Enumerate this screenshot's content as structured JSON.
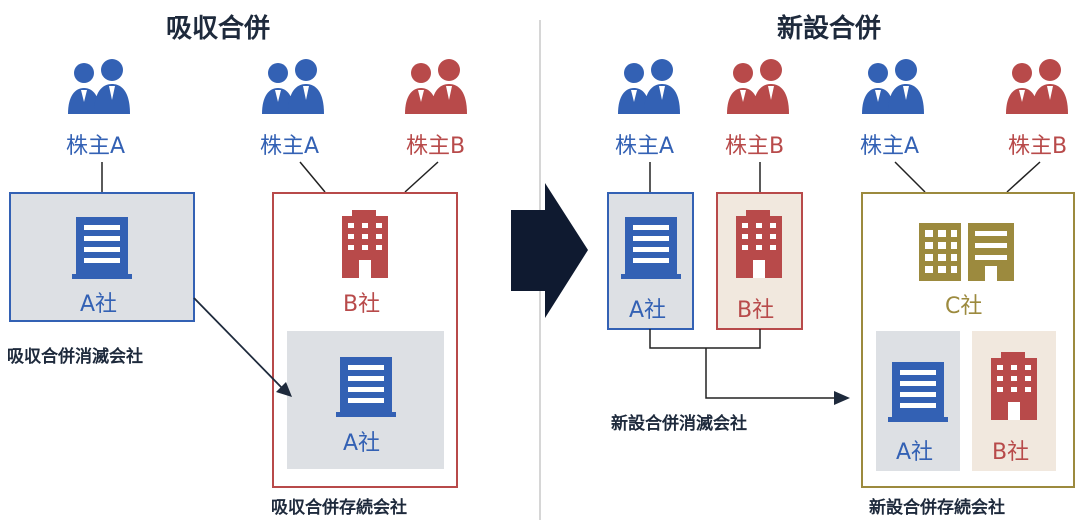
{
  "left": {
    "title": "吸収合併",
    "shareholder_a": "株主A",
    "shareholder_a2": "株主A",
    "shareholder_b": "株主B",
    "company_a": "A社",
    "company_b": "B社",
    "company_a_inner": "A社",
    "dissolved_caption": "吸収合併消滅会社",
    "surviving_caption": "吸収合併存続会社"
  },
  "right": {
    "title": "新設合併",
    "shareholder_a": "株主A",
    "shareholder_b": "株主B",
    "shareholder_a2": "株主A",
    "shareholder_b2": "株主B",
    "company_a": "A社",
    "company_b": "B社",
    "company_c": "C社",
    "company_a_inner": "A社",
    "company_b_inner": "B社",
    "dissolved_caption": "新設合併消滅会社",
    "surviving_caption": "新設合併存続会社"
  },
  "colors": {
    "blue": "#3361b4",
    "red": "#b84a4a",
    "gold": "#9c8a3e",
    "navy": "#0f1a30",
    "gray_fill": "#dde0e4",
    "beige_fill": "#f1e8de"
  },
  "icons": [
    "people-icon",
    "building-icon",
    "office-building-icon",
    "arrow-icon"
  ]
}
